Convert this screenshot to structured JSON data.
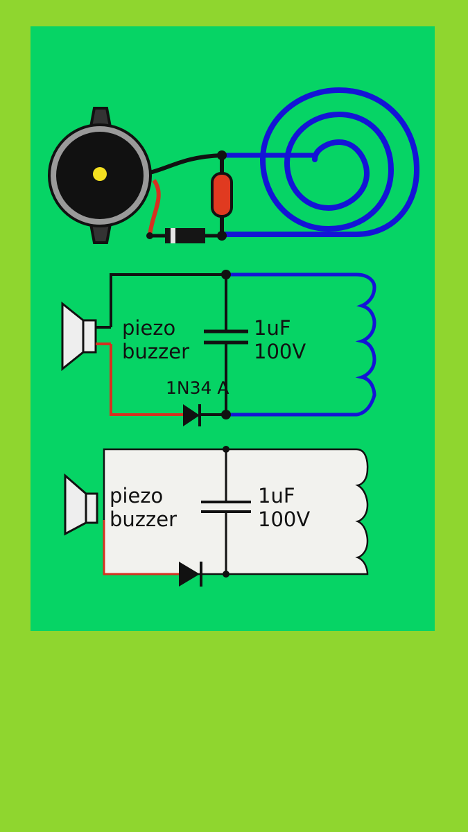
{
  "colors": {
    "page_background": "#8fd62f",
    "panel_background": "#06d465",
    "coil_blue": "#1414d6",
    "wire_red": "#d63020",
    "wire_black": "#111111",
    "resistor_red": "#e03a20",
    "buzzer_center": "#f4e020",
    "panel_white": "#f2f2ee"
  },
  "middle_circuit": {
    "buzzer_label_line1": "piezo",
    "buzzer_label_line2": "buzzer",
    "capacitor_value_line1": "1uF",
    "capacitor_value_line2": "100V",
    "diode_label": "1N34 A"
  },
  "bottom_circuit": {
    "buzzer_label_line1": "piezo",
    "buzzer_label_line2": "buzzer",
    "capacitor_value_line1": "1uF",
    "capacitor_value_line2": "100V"
  }
}
